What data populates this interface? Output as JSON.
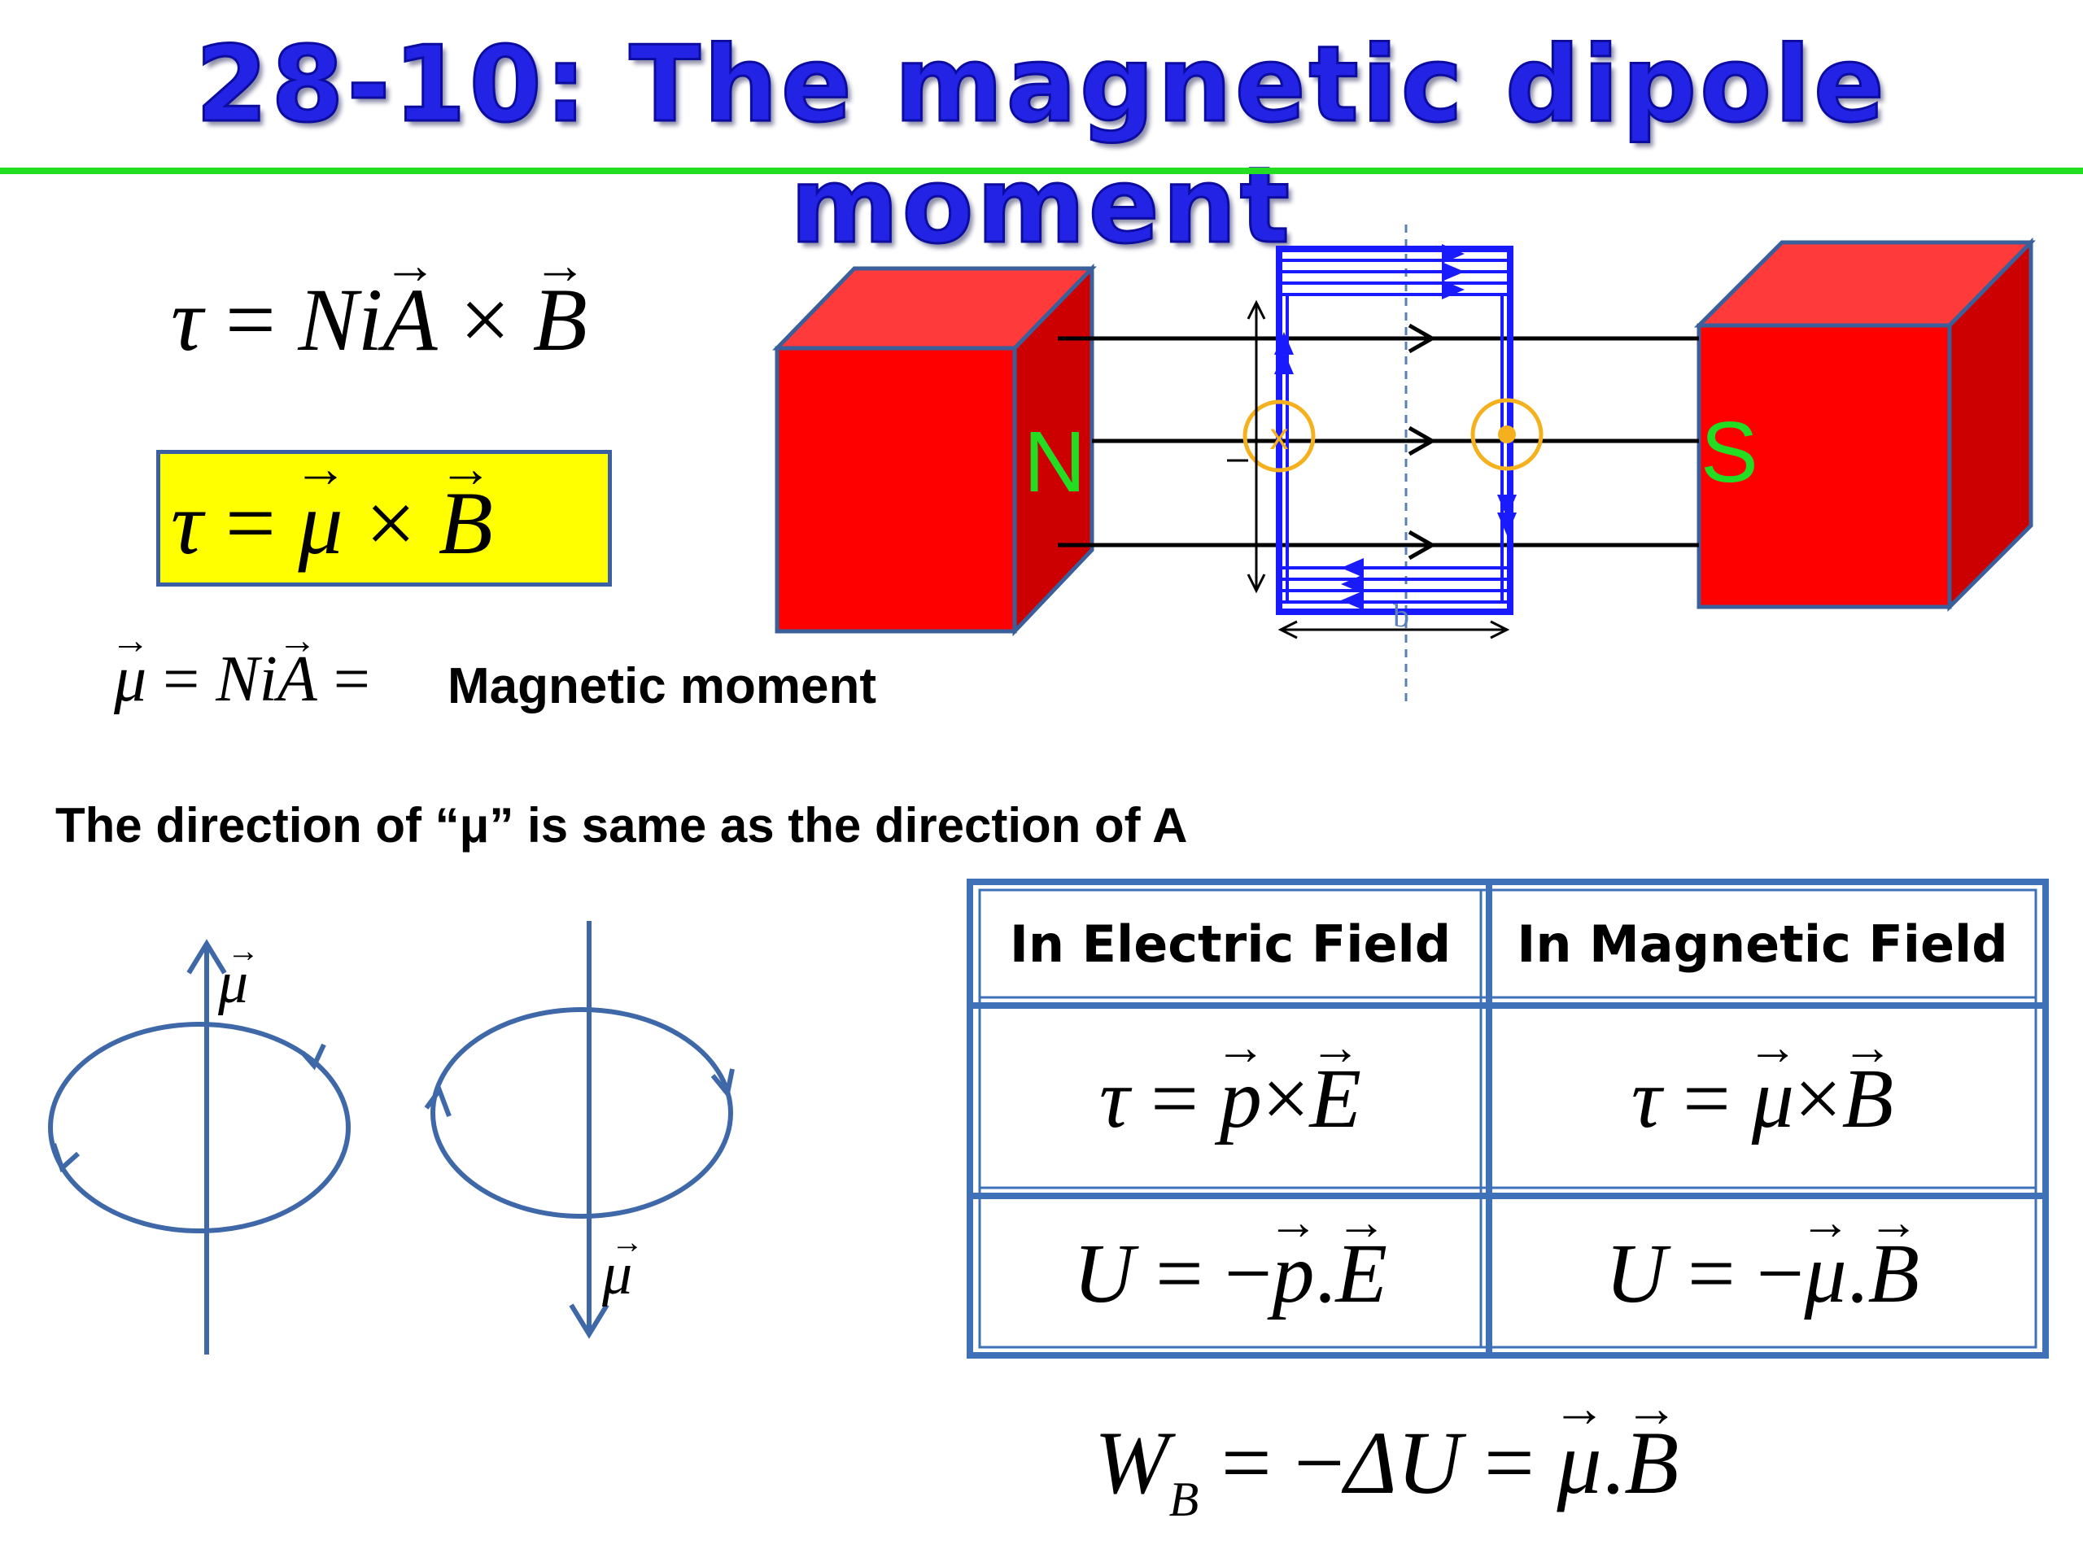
{
  "slide": {
    "title": "28-10: The magnetic dipole moment",
    "torque_equation": {
      "lhs": "τ",
      "eq": "=",
      "coef": "Ni",
      "a": "A",
      "cross": "×",
      "b": "B"
    },
    "torque_boxed": {
      "lhs": "τ",
      "eq": "=",
      "mu": "μ",
      "cross": "×",
      "b": "B"
    },
    "moment_definition": {
      "mu": "μ",
      "eq": "=",
      "coef": "Ni",
      "a": "A",
      "eq2": "="
    },
    "moment_label": "Magnetic moment",
    "direction_note": "The direction of “μ” is same as the direction of A",
    "diagram": {
      "north_label": "N",
      "south_label": "S",
      "width_label": "b",
      "current_in_symbol": "x"
    },
    "loops": {
      "mu_up_label": "μ",
      "mu_down_label": "μ"
    },
    "comparison_table": {
      "headers": [
        "In Electric Field",
        "In Magnetic Field"
      ],
      "rows": [
        {
          "electric": {
            "lhs": "τ",
            "eq": "=",
            "v1": "p",
            "op": "×",
            "v2": "E"
          },
          "magnetic": {
            "lhs": "τ",
            "eq": "=",
            "v1": "μ",
            "op": "×",
            "v2": "B"
          }
        },
        {
          "electric": {
            "lhs": "U",
            "eq": "= −",
            "v1": "p",
            "op": ".",
            "v2": "E"
          },
          "magnetic": {
            "lhs": "U",
            "eq": "= −",
            "v1": "μ",
            "op": ".",
            "v2": "B"
          }
        }
      ]
    },
    "work_equation": {
      "w": "W",
      "sub": "B",
      "eq": "= −",
      "delta": "ΔU",
      "eq2": "=",
      "mu": "μ",
      "dot": ".",
      "b": "B"
    },
    "colors": {
      "title": "#2323e6",
      "rule": "#22dd22",
      "magnet": "#ff0000",
      "pole_label": "#22dd22",
      "coil": "#1a1aff",
      "current_marker": "#f5b01e",
      "highlight_box": "#ffff00",
      "table_border": "#3f71b8",
      "loop_stroke": "#3f68a8"
    }
  }
}
